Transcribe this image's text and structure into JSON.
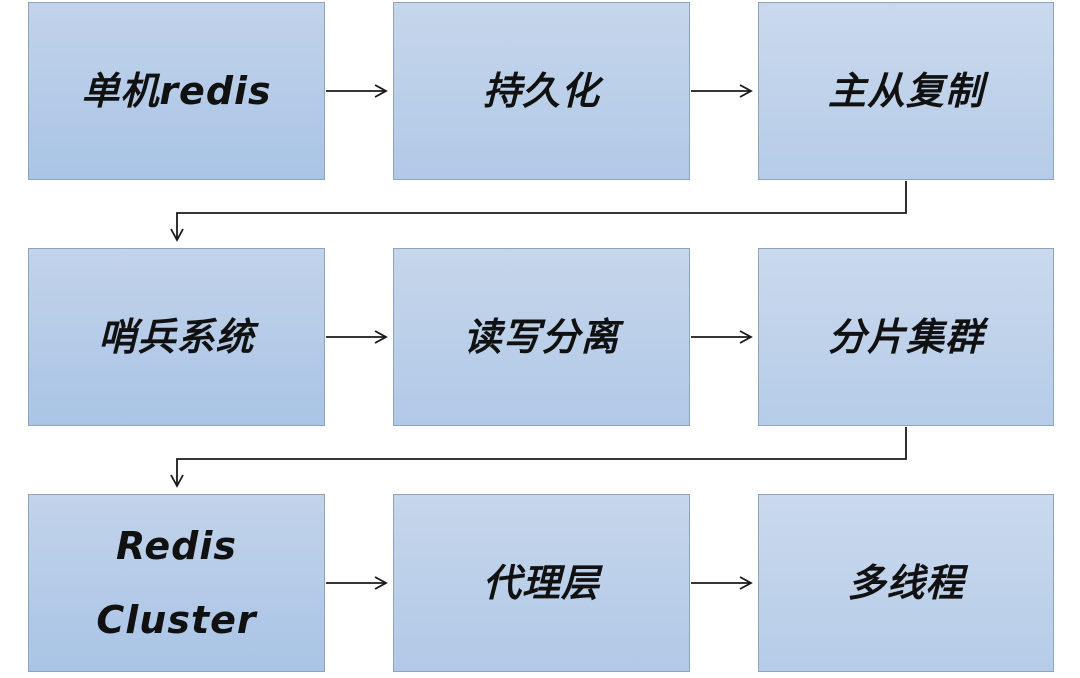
{
  "diagram": {
    "nodes": [
      {
        "id": "b1",
        "label": "单机redis"
      },
      {
        "id": "b2",
        "label": "持久化"
      },
      {
        "id": "b3",
        "label": "主从复制"
      },
      {
        "id": "b4",
        "label": "哨兵系统"
      },
      {
        "id": "b5",
        "label": "读写分离"
      },
      {
        "id": "b6",
        "label": "分片集群"
      },
      {
        "id": "b7",
        "label": "Redis\nCluster",
        "lines": [
          "Redis",
          "Cluster"
        ]
      },
      {
        "id": "b8",
        "label": "代理层"
      },
      {
        "id": "b9",
        "label": "多线程"
      }
    ],
    "edges": [
      {
        "from": "b1",
        "to": "b2"
      },
      {
        "from": "b2",
        "to": "b3"
      },
      {
        "from": "b3",
        "to": "b4"
      },
      {
        "from": "b4",
        "to": "b5"
      },
      {
        "from": "b5",
        "to": "b6"
      },
      {
        "from": "b6",
        "to": "b7"
      },
      {
        "from": "b7",
        "to": "b8"
      },
      {
        "from": "b8",
        "to": "b9"
      }
    ],
    "colors": {
      "box_border": "#8ea3bd",
      "box_fill_top": "#c2d3ea",
      "box_fill_bottom": "#a9c4e6",
      "connector": "#1a1a1a",
      "text": "#111111"
    }
  }
}
